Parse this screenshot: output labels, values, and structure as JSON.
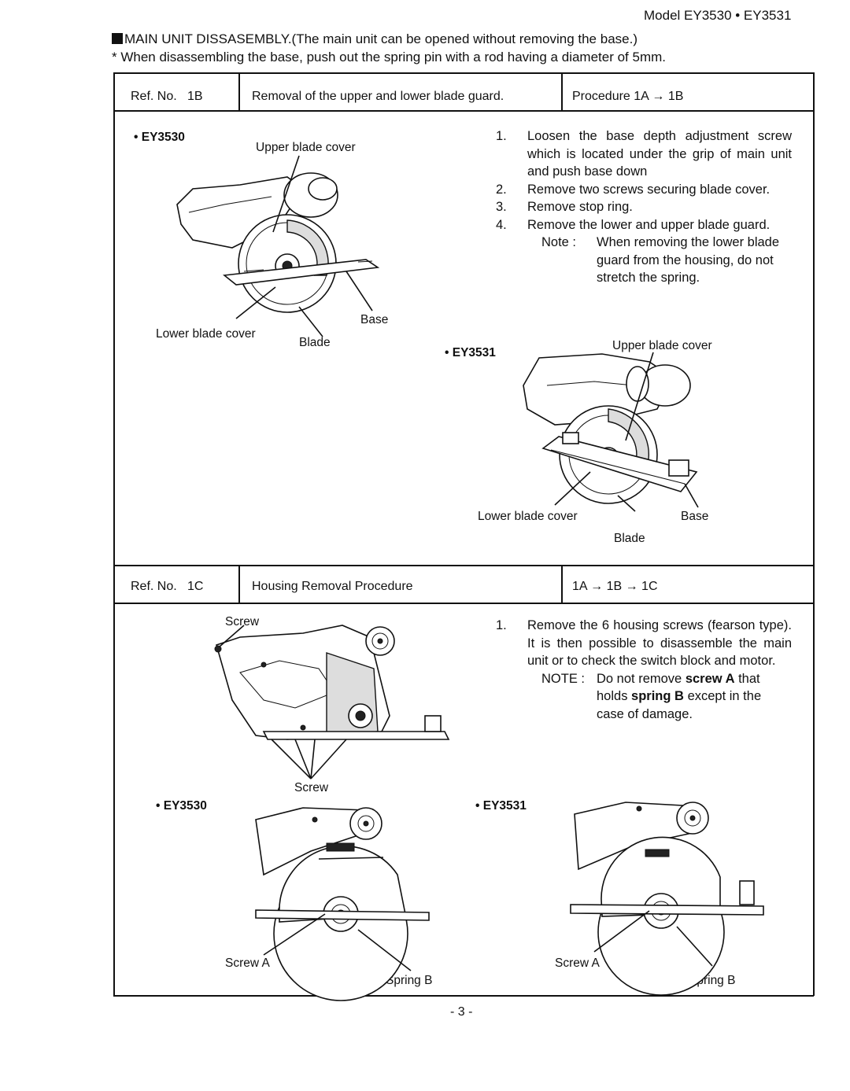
{
  "header": {
    "model": "Model EY3530 • EY3531",
    "title": "MAIN UNIT DISSASEMBLY.(The main unit can be opened without removing the base.)",
    "note": "* When disassembling the base, push out the spring pin with a rod having a diameter of 5mm."
  },
  "section_1b": {
    "ref_label": "Ref. No.",
    "ref_no": "1B",
    "title": "Removal of the upper and lower blade guard.",
    "procedure": "Procedure 1A → 1B",
    "fig_ey3530": {
      "label": "• EY3530",
      "upper_blade_cover": "Upper blade cover",
      "lower_blade_cover": "Lower blade cover",
      "blade": "Blade",
      "base": "Base"
    },
    "fig_ey3531": {
      "label": "• EY3531",
      "upper_blade_cover": "Upper blade cover",
      "lower_blade_cover": "Lower blade cover",
      "blade": "Blade",
      "base": "Base"
    },
    "steps": [
      {
        "num": "1.",
        "text": "Loosen the base depth adjustment screw which is located under the grip of main unit and push base down"
      },
      {
        "num": "2.",
        "text": "Remove two screws securing blade cover."
      },
      {
        "num": "3.",
        "text": "Remove stop ring."
      },
      {
        "num": "4.",
        "text": "Remove the lower and upper blade guard."
      }
    ],
    "note_label": "Note :",
    "note_text": "When removing the lower blade guard from the housing, do not stretch the spring."
  },
  "section_1c": {
    "ref_label": "Ref. No.",
    "ref_no": "1C",
    "title": "Housing Removal Procedure",
    "procedure": "1A → 1B → 1C",
    "fig_top": {
      "screw_top": "Screw",
      "screw_bottom": "Screw"
    },
    "fig_ey3530": {
      "label": "• EY3530",
      "screw_a": "Screw A",
      "spring_b": "Spring B"
    },
    "fig_ey3531": {
      "label": "• EY3531",
      "screw_a": "Screw A",
      "spring_b": "Spring B"
    },
    "step_num": "1.",
    "step_text": "Remove the 6 housing screws (fearson type). It is then possible to disassemble the main unit or to check the switch block and motor.",
    "note_label": "NOTE :",
    "note_pre": "Do not remove",
    "note_screw": "screw A",
    "note_mid": "that holds",
    "note_spring": "spring B",
    "note_post": "except in the case of damage."
  },
  "footer": {
    "page": "- 3 -"
  }
}
